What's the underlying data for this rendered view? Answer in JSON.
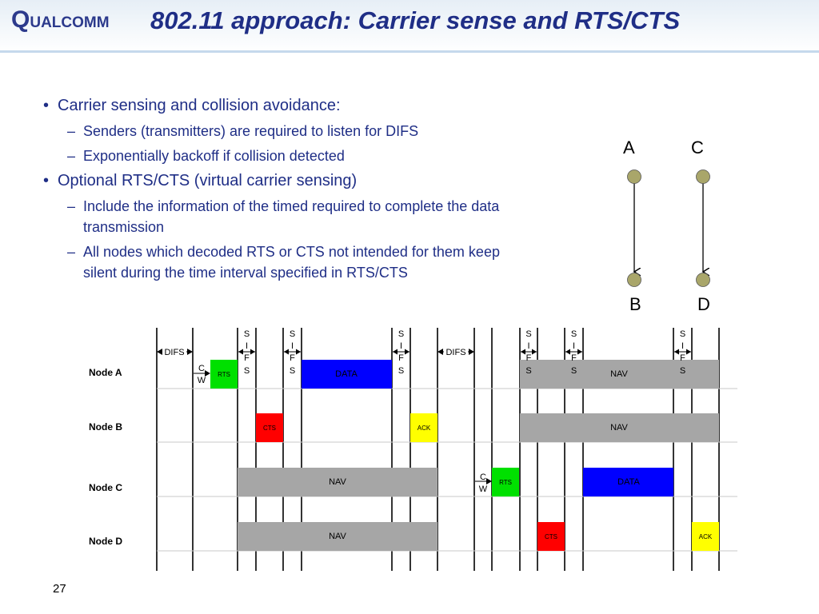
{
  "logo": {
    "text": "QUALCOMM"
  },
  "title": "802.11 approach: Carrier sense and RTS/CTS",
  "bullets": [
    {
      "text": "Carrier sensing and collision avoidance:",
      "sub": [
        "Senders (transmitters) are required to listen for DIFS",
        "Exponentially backoff if collision detected"
      ]
    },
    {
      "text": "Optional RTS/CTS (virtual carrier sensing)",
      "sub": [
        "Include the information of the timed required to complete the data transmission",
        "All nodes which decoded RTS or CTS not intended for them keep silent during the time interval specified in RTS/CTS"
      ]
    }
  ],
  "topology": {
    "labels": {
      "a": "A",
      "b": "B",
      "c": "C",
      "d": "D"
    },
    "node_color": "#a9a66a"
  },
  "timing": {
    "rows": [
      "Node A",
      "Node B",
      "Node C",
      "Node D"
    ],
    "blocks": {
      "rts_a": "RTS",
      "data_a": "DATA",
      "nav_a": "NAV",
      "cts_b": "CTS",
      "ack_b": "ACK",
      "nav_b": "NAV",
      "nav_c": "NAV",
      "rts_c": "RTS",
      "data_c": "DATA",
      "nav_d": "NAV",
      "cts_d": "CTS",
      "ack_d": "ACK"
    },
    "difs_label": "DIFS",
    "sifs_letters": [
      "S",
      "I",
      "F",
      "S"
    ],
    "cw_letters": [
      "C",
      "W"
    ],
    "colors": {
      "rts": "#00e000",
      "cts": "#ff0000",
      "ack": "#ffff00",
      "data": "#0000ff",
      "nav": "#a6a6a6"
    }
  },
  "page_number": "27"
}
